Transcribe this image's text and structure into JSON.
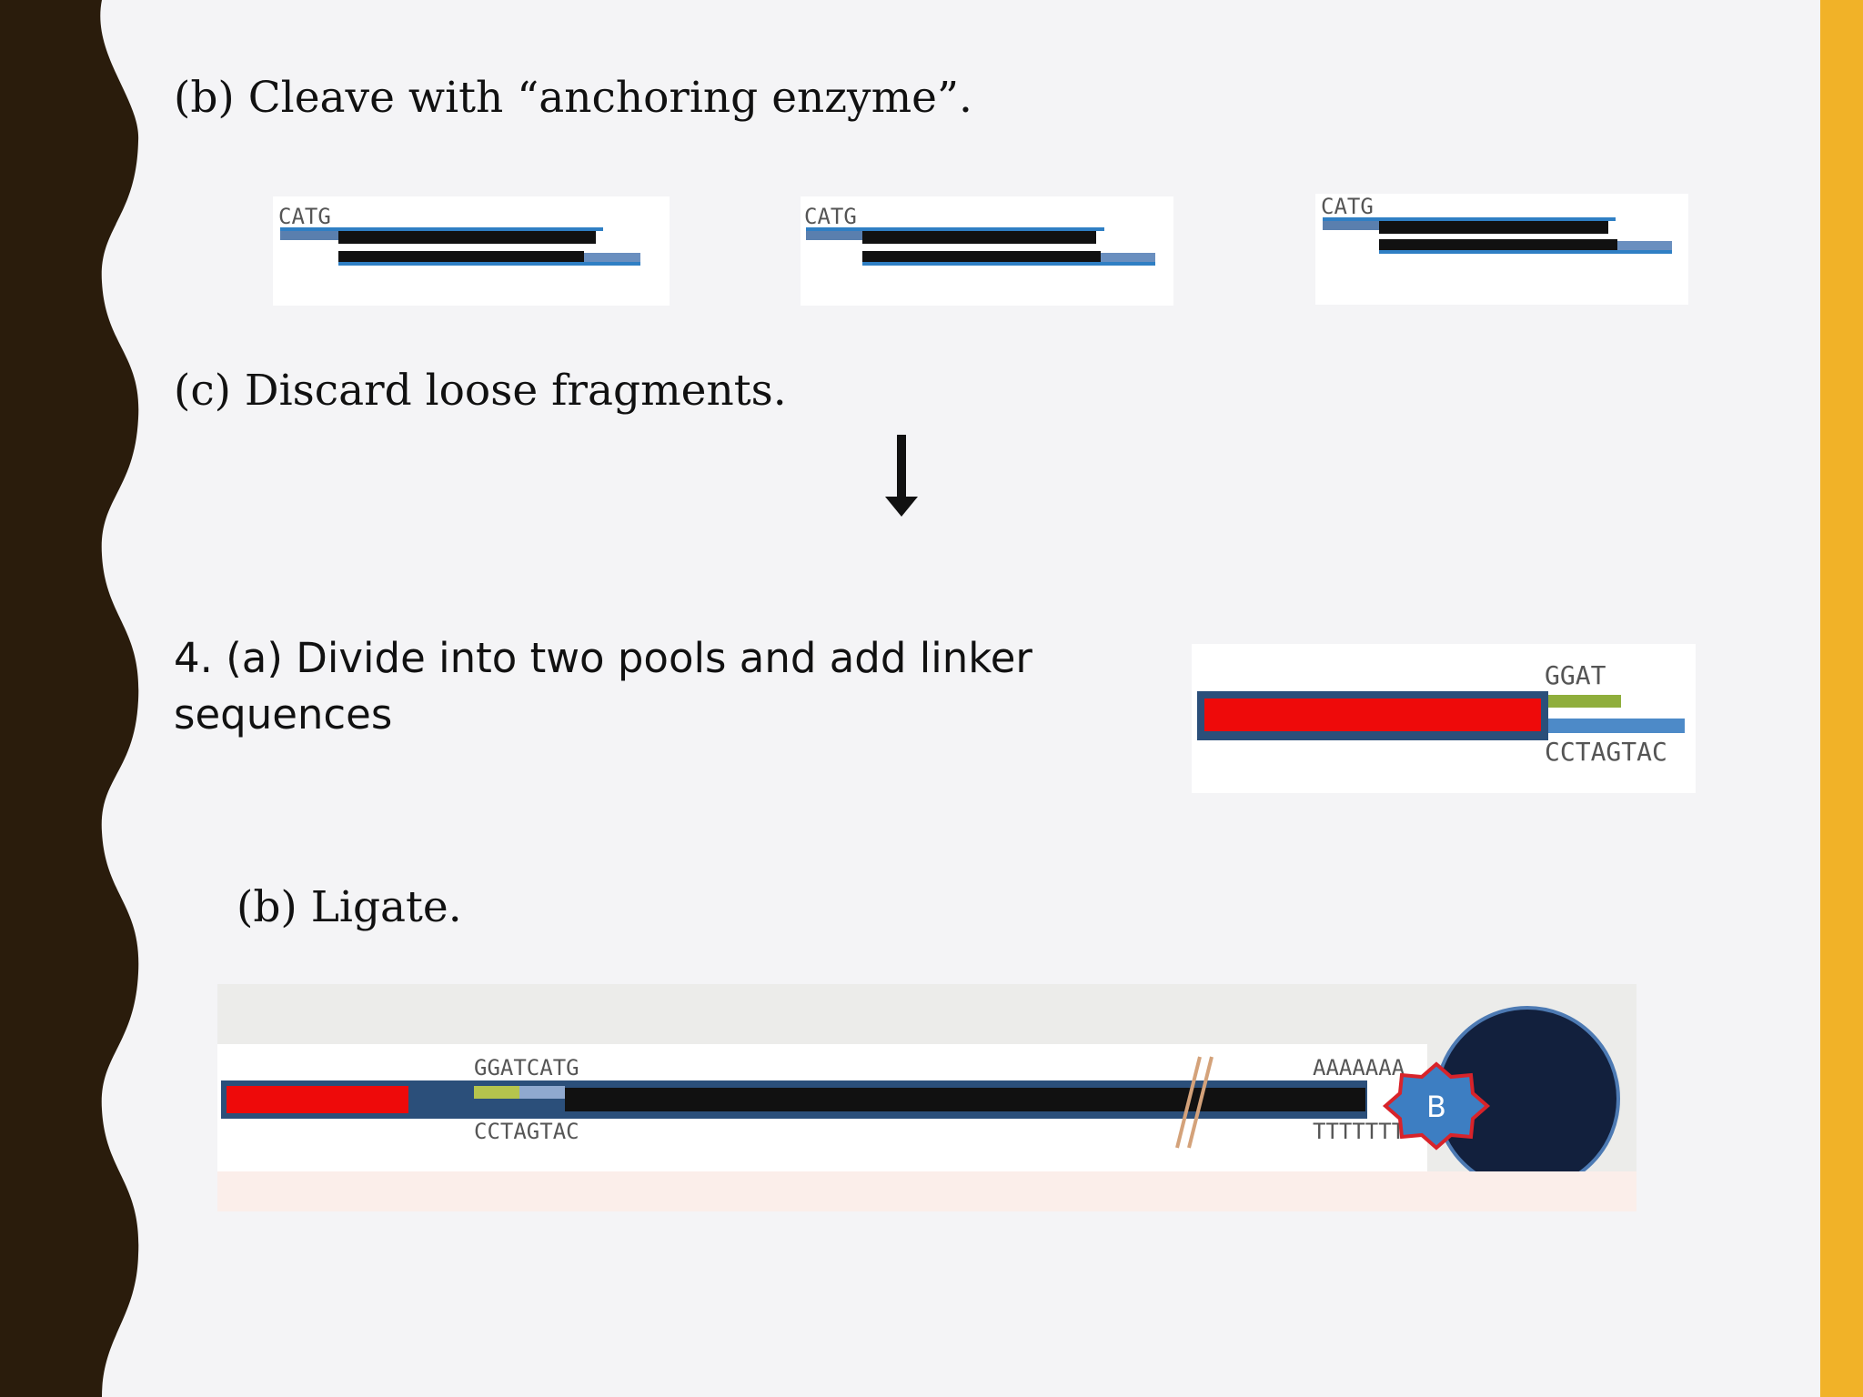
{
  "steps": {
    "cleave": "(b) Cleave with “anchoring enzyme”.",
    "discard": "(c) Discard loose fragments.",
    "divide": "4. (a) Divide into two pools and add linker sequences",
    "ligate": "(b) Ligate."
  },
  "cleave_fragments": [
    {
      "site": "CATG"
    },
    {
      "site": "CATG"
    },
    {
      "site": "CATG"
    }
  ],
  "linker": {
    "top": "GGAT",
    "bottom": "CCTAGTAC"
  },
  "ligated": {
    "top_left": "GGATCATG",
    "bottom_left": "CCTAGTAC",
    "top_right": "AAAAAAA",
    "bottom_right": "TTTTTTT",
    "bead_label": "B"
  },
  "colors": {
    "wave_dark": "#2a1c0c",
    "accent": "#f1b228",
    "strand_blue": "#2f7fc4",
    "linker_red": "#ee0a0a",
    "bead": "#12203d"
  }
}
